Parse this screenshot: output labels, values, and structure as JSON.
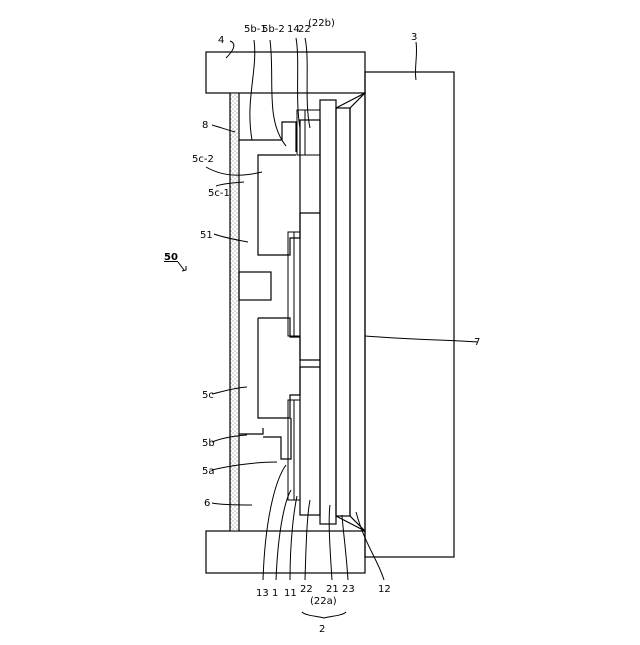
{
  "figure": {
    "labels": {
      "l4": "4",
      "l5b1": "5b-1",
      "l5b2": "5b-2",
      "l14": "14",
      "l22_top": "22",
      "l22b": "(22b)",
      "l3": "3",
      "l8": "8",
      "l5c2": "5c-2",
      "l5c1": "5c-1",
      "l51": "51",
      "l50": "50",
      "l7": "7",
      "l5c": "5c",
      "l5b": "5b",
      "l5a": "5a",
      "l6": "6",
      "l13": "13",
      "l1": "1",
      "l11": "11",
      "l22_bot": "22",
      "l22a": "(22a)",
      "l21": "21",
      "l23": "23",
      "l12": "12",
      "l2": "2"
    }
  }
}
